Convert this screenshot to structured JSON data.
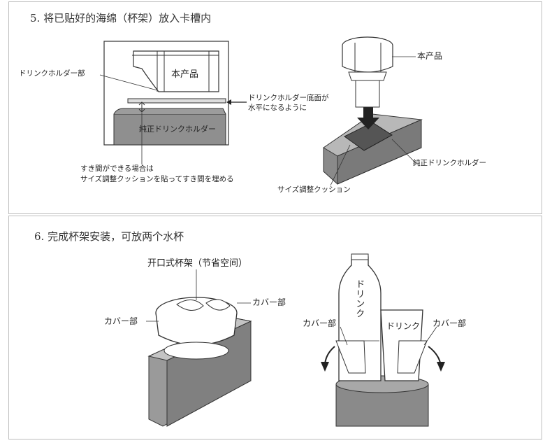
{
  "step5": {
    "heading": "5. 将已贴好的海绵（杯架）放入卡槽内",
    "left": {
      "product_label": "本产品",
      "drink_holder_part": "ドリンクホルダー部",
      "bottom_level_line1": "ドリンクホルダー底面が",
      "bottom_level_line2": "水平になるように",
      "genuine_holder": "純正ドリンクホルダー",
      "gap_note_line1": "すき間ができる場合は",
      "gap_note_line2": "サイズ調整クッションを貼ってすき間を埋める"
    },
    "right": {
      "product_label": "本产品",
      "genuine_holder": "純正ドリンクホルダー",
      "cushion": "サイズ調整クッション"
    }
  },
  "step6": {
    "heading": "6. 完成杯架安装，可放两个水杯",
    "left": {
      "open_type": "开口式杯架（节省空间）",
      "cover_left": "カバー部",
      "cover_right": "カバー部"
    },
    "right": {
      "cover_left": "カバー部",
      "cover_right": "カバー部",
      "bottle_label": "ドリンク",
      "cup_label": "ドリンク"
    }
  }
}
